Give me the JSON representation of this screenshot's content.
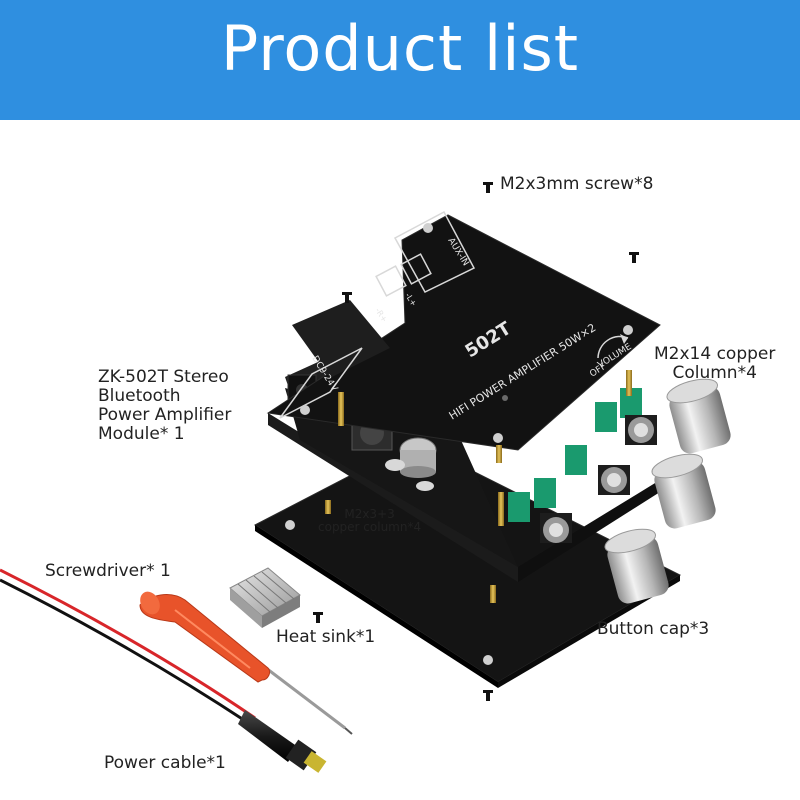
{
  "banner": {
    "title": "Product list",
    "color": "#2f8fe0"
  },
  "labels": {
    "screw": "M2x3mm screw*8",
    "copper_column_line1": "M2x14 copper",
    "copper_column_line2": "Column*4",
    "module_line1": "ZK-502T Stereo",
    "module_line2": "Bluetooth",
    "module_line3": "Power Amplifier",
    "module_line4": "Module* 1",
    "copper33_line1": "M2x3+3",
    "copper33_line2": "copper column*4",
    "screwdriver": "Screwdriver* 1",
    "heat_sink": "Heat sink*1",
    "button_cap": "Button cap*3",
    "power_cable": "Power cable*1"
  },
  "board_print": {
    "model": "502T",
    "line": "HIFI  POWER  AMPLIFIER  50W×2",
    "volume": "VOLUME",
    "off": "OFF",
    "aux": "AUX-IN",
    "dc": "DC9-24V",
    "r": "-R+",
    "l": "-L+"
  },
  "colors": {
    "board": "#141414",
    "screwdriver_handle": "#e8532a",
    "cable_red": "#d8262a",
    "cable_black": "#111111",
    "plug_tip": "#c9b531",
    "terminal_green": "#1a9a6e",
    "knob_silver": "#c8c8c8"
  }
}
